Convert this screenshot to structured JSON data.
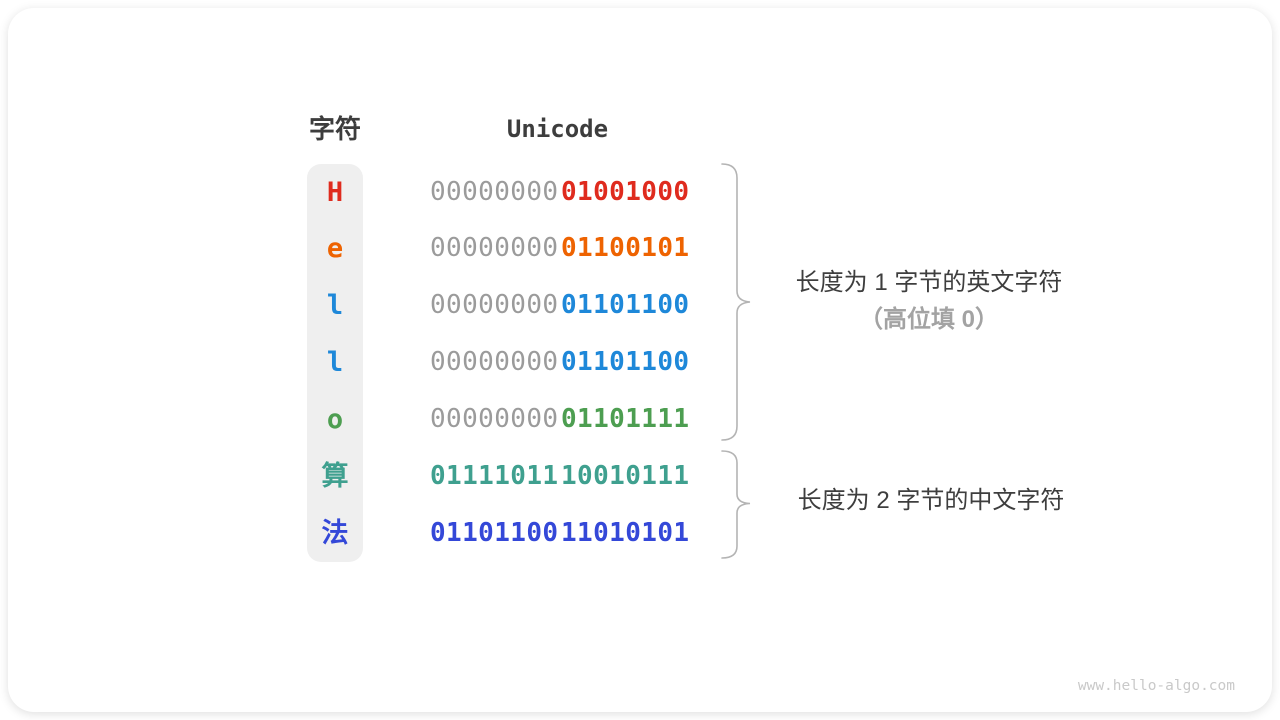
{
  "header": {
    "char_column": "字符",
    "unicode_column": "Unicode"
  },
  "rows": [
    {
      "char": "H",
      "high_byte": "00000000",
      "low_byte": "01001000",
      "char_color": "#df2b1e",
      "high_byte_color": "#9b9b9b",
      "low_byte_color": "#df2b1e",
      "high_byte_bold": false
    },
    {
      "char": "e",
      "high_byte": "00000000",
      "low_byte": "01100101",
      "char_color": "#ee6301",
      "high_byte_color": "#9b9b9b",
      "low_byte_color": "#ee6301",
      "high_byte_bold": false
    },
    {
      "char": "l",
      "high_byte": "00000000",
      "low_byte": "01101100",
      "char_color": "#1e88d9",
      "high_byte_color": "#9b9b9b",
      "low_byte_color": "#1e88d9",
      "high_byte_bold": false
    },
    {
      "char": "l",
      "high_byte": "00000000",
      "low_byte": "01101100",
      "char_color": "#1e88d9",
      "high_byte_color": "#9b9b9b",
      "low_byte_color": "#1e88d9",
      "high_byte_bold": false
    },
    {
      "char": "o",
      "high_byte": "00000000",
      "low_byte": "01101111",
      "char_color": "#4d9e51",
      "high_byte_color": "#9b9b9b",
      "low_byte_color": "#4d9e51",
      "high_byte_bold": false
    },
    {
      "char": "算",
      "high_byte": "01111011",
      "low_byte": "10010111",
      "char_color": "#3fa08f",
      "high_byte_color": "#3fa08f",
      "low_byte_color": "#3fa08f",
      "high_byte_bold": true
    },
    {
      "char": "法",
      "high_byte": "01101100",
      "low_byte": "11010101",
      "char_color": "#3448d8",
      "high_byte_color": "#3448d8",
      "low_byte_color": "#3448d8",
      "high_byte_bold": true
    }
  ],
  "annotations": {
    "english_group": {
      "line1": "长度为 1 字节的英文字符",
      "line2": "（高位填 0）"
    },
    "chinese_group": {
      "line1": "长度为 2 字节的中文字符"
    }
  },
  "watermark": "www.hello-algo.com",
  "colors": {
    "h_red": "#df2b1e",
    "e_orange": "#ee6301",
    "l_blue": "#1e88d9",
    "o_green": "#4d9e51",
    "suan_teal": "#3fa08f",
    "fa_indigo": "#3448d8",
    "padding_zeros_gray": "#9b9b9b",
    "char_column_bg": "#efefef",
    "brace_gray": "#b4b4b4",
    "heading_text": "#3d3d3d",
    "annotation_text": "#3e3e3e",
    "annotation_sub_text": "#a3a3a3",
    "watermark_text": "#c9c9c9"
  }
}
